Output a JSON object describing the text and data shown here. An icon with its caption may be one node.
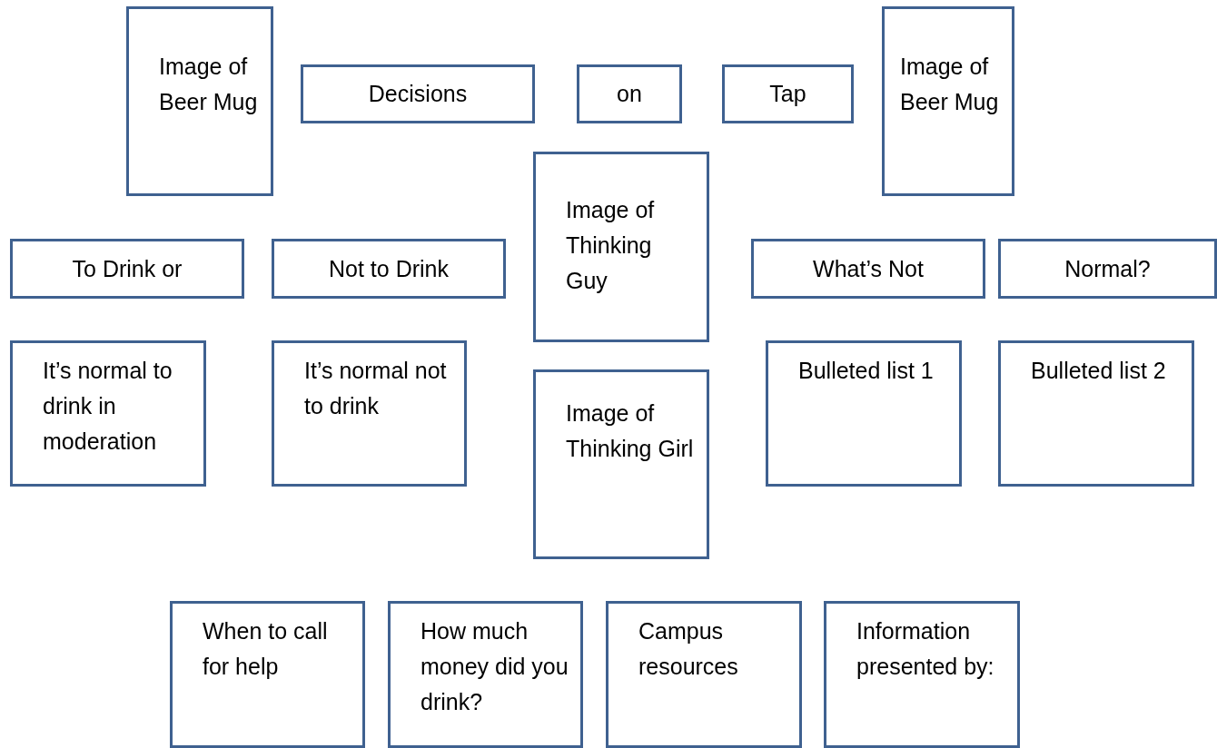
{
  "diagram": {
    "nodes": [
      {
        "text": [
          "Image of Beer Mug"
        ]
      },
      {
        "text": [
          "Decisions"
        ]
      },
      {
        "text": [
          "on"
        ]
      },
      {
        "text": [
          "Tap"
        ]
      },
      {
        "text": [
          "Image of Beer Mug"
        ]
      },
      {
        "text": [
          "To Drink or"
        ]
      },
      {
        "text": [
          "Not to Drink"
        ]
      },
      {
        "text": [
          "Image of Thinking Guy"
        ]
      },
      {
        "text": [
          "What’s Not"
        ]
      },
      {
        "text": [
          "Normal?"
        ]
      },
      {
        "text": [
          "It’s normal to drink in moderation"
        ]
      },
      {
        "text": [
          "It’s normal not to drink"
        ]
      },
      {
        "text": [
          "Image of Thinking Girl"
        ]
      },
      {
        "text": [
          "Bulleted list 1"
        ]
      },
      {
        "text": [
          "Bulleted list 2"
        ]
      },
      {
        "text": [
          "When to call for help"
        ]
      },
      {
        "text": [
          "How much money did you drink?"
        ]
      },
      {
        "text": [
          "Campus resources"
        ]
      },
      {
        "text": [
          "Information presented by:"
        ]
      }
    ]
  }
}
